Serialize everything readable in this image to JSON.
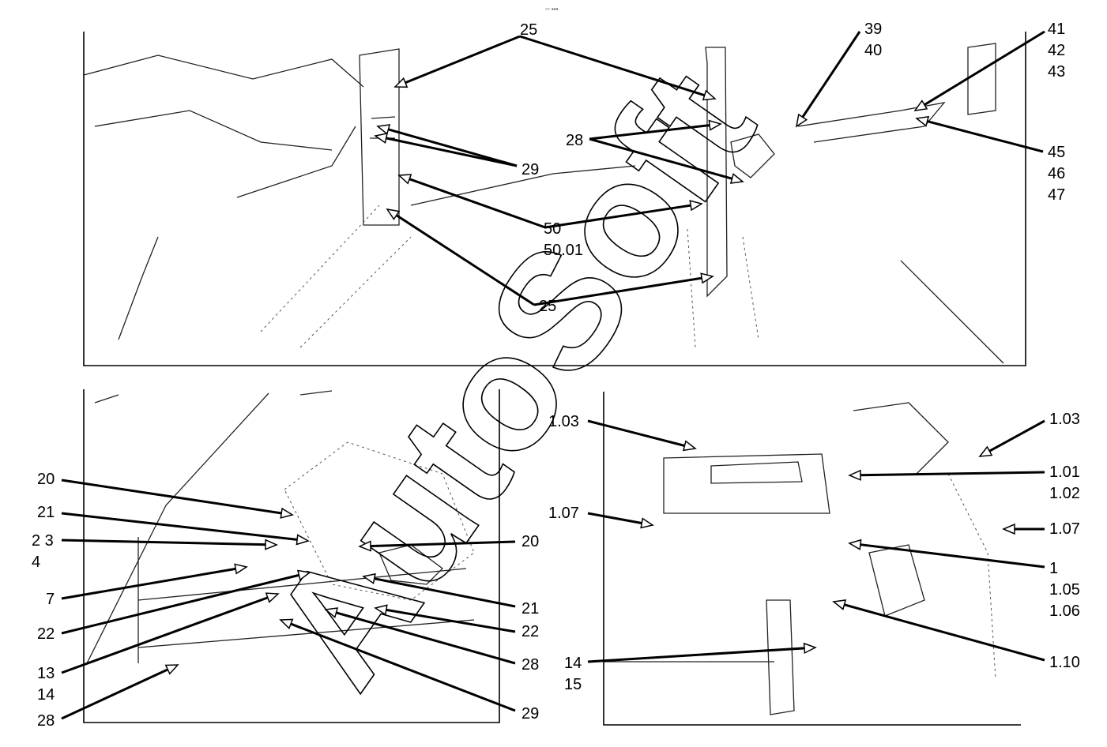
{
  "watermark": "AutoSoft",
  "header_mark": "▫▫ ▪▪▪",
  "panels": [
    {
      "id": "top-left",
      "callouts": [
        {
          "id": "tl-25a",
          "lines": [
            "25"
          ]
        },
        {
          "id": "tl-29",
          "lines": [
            "29"
          ]
        },
        {
          "id": "tl-50",
          "lines": [
            "50",
            "50.01"
          ]
        },
        {
          "id": "tl-25b",
          "lines": [
            "25"
          ]
        }
      ]
    },
    {
      "id": "top-right",
      "callouts": [
        {
          "id": "tr-28",
          "lines": [
            "28"
          ]
        },
        {
          "id": "tr-39",
          "lines": [
            "39",
            "40"
          ]
        },
        {
          "id": "tr-41",
          "lines": [
            "41",
            "42",
            "43"
          ]
        },
        {
          "id": "tr-45",
          "lines": [
            "45",
            "46",
            "47"
          ]
        }
      ]
    },
    {
      "id": "bottom-left",
      "callouts": [
        {
          "id": "bl-20a",
          "lines": [
            "20"
          ]
        },
        {
          "id": "bl-21a",
          "lines": [
            "21"
          ]
        },
        {
          "id": "bl-23",
          "lines": [
            "2 3",
            "4"
          ]
        },
        {
          "id": "bl-7",
          "lines": [
            "7"
          ]
        },
        {
          "id": "bl-22a",
          "lines": [
            "22"
          ]
        },
        {
          "id": "bl-13",
          "lines": [
            "13",
            "14"
          ]
        },
        {
          "id": "bl-28a",
          "lines": [
            "28"
          ]
        },
        {
          "id": "bl-20b",
          "lines": [
            "20"
          ]
        },
        {
          "id": "bl-21b",
          "lines": [
            "21"
          ]
        },
        {
          "id": "bl-22b",
          "lines": [
            "22"
          ]
        },
        {
          "id": "bl-28b",
          "lines": [
            "28"
          ]
        },
        {
          "id": "bl-29",
          "lines": [
            "29"
          ]
        }
      ]
    },
    {
      "id": "bottom-right",
      "callouts": [
        {
          "id": "br-103a",
          "lines": [
            "1.03"
          ]
        },
        {
          "id": "br-107a",
          "lines": [
            "1.07"
          ]
        },
        {
          "id": "br-14",
          "lines": [
            "14",
            "15"
          ]
        },
        {
          "id": "br-103b",
          "lines": [
            "1.03"
          ]
        },
        {
          "id": "br-101",
          "lines": [
            "1.01",
            "1.02"
          ]
        },
        {
          "id": "br-107b",
          "lines": [
            "1.07"
          ]
        },
        {
          "id": "br-1",
          "lines": [
            "1",
            "1.05",
            "1.06"
          ]
        },
        {
          "id": "br-110",
          "lines": [
            "1.10"
          ]
        }
      ]
    }
  ]
}
